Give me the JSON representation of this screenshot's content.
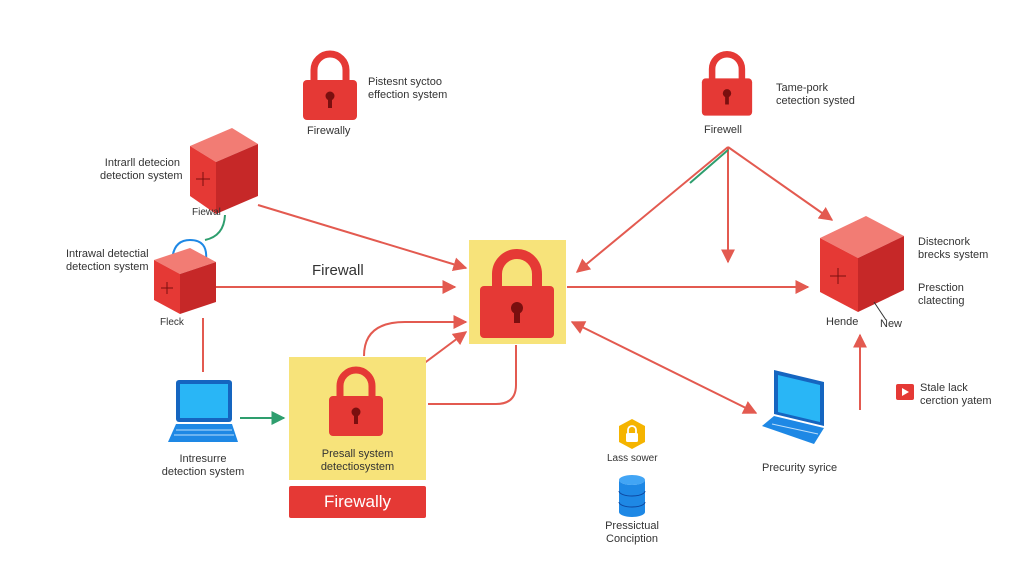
{
  "labels": {
    "top_left_lock_right": [
      "Pistesnt syctoo",
      "effection system"
    ],
    "top_left_lock_below": "Firewally",
    "top_right_lock_right": [
      "Tame-pork",
      "cetection systed"
    ],
    "top_right_lock_below": "Firewell",
    "cube_left_left": [
      "Intrarll detecion",
      "detection system"
    ],
    "cube_left_below": "Fiewal",
    "cube_small_left": [
      "Intrawal detectial",
      "detection system"
    ],
    "cube_small_below": "Fleck",
    "firewall_arrow": "Firewall",
    "laptop_left_below": [
      "Intresurre",
      "detection system"
    ],
    "yellow_lock_below": [
      "Presall system",
      "detectiosystem"
    ],
    "banner": "Firewally",
    "lock_small_below": "Lass sower",
    "database_below": [
      "Pressictual",
      "Conciption"
    ],
    "laptop_right_below": "Precurity syrice",
    "cube_right_right_top": [
      "Distecnork",
      "brecks system"
    ],
    "cube_right_right_mid": [
      "Presction",
      "clatecting"
    ],
    "cube_right_below_left": "Hende",
    "cube_right_below_right": "New",
    "legend_right": [
      "Stale lack",
      "cerction yatem"
    ]
  },
  "colors": {
    "red": "#e53935",
    "red_light": "#f17b74",
    "red_dark": "#c62828",
    "yellow": "#f7e37a",
    "blue": "#1e88e5",
    "green": "#2e9e6e",
    "amber": "#f5b400",
    "line": "#e35a50"
  },
  "icons": [
    "lock-icon",
    "cube-icon",
    "laptop-icon",
    "database-icon",
    "play-icon"
  ]
}
